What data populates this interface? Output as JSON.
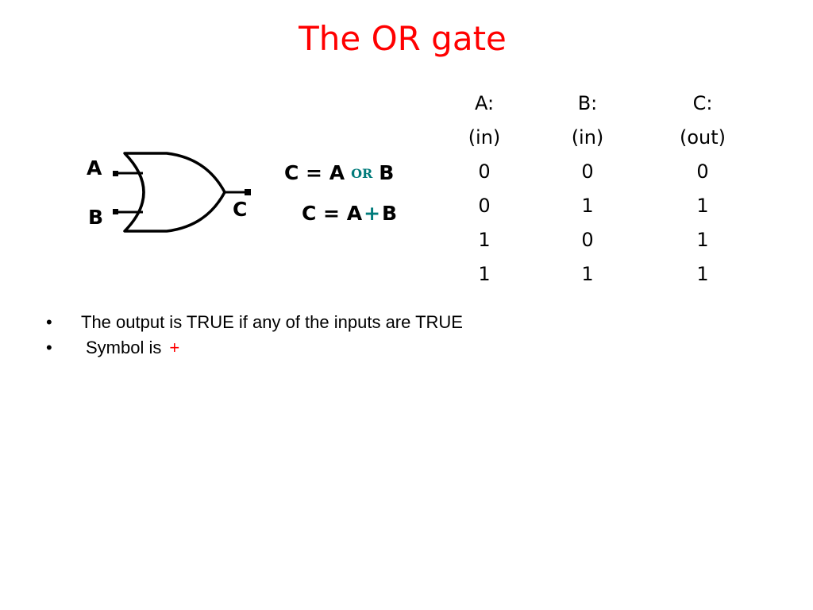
{
  "title": "The OR gate",
  "diagram": {
    "input_a_label": "A",
    "input_b_label": "B",
    "output_label": "C"
  },
  "equations": {
    "eq1": {
      "lhs": "C = A",
      "op": "OR",
      "rhs": "B"
    },
    "eq2": {
      "lhs": "C = A",
      "op": "+",
      "rhs": "B"
    }
  },
  "truth_table": {
    "headers": [
      "A:",
      "B:",
      "C:"
    ],
    "subheaders": [
      "(in)",
      "(in)",
      "(out)"
    ],
    "rows": [
      [
        "0",
        "0",
        "0"
      ],
      [
        "0",
        "1",
        "1"
      ],
      [
        "1",
        "0",
        "1"
      ],
      [
        "1",
        "1",
        "1"
      ]
    ]
  },
  "bullets": {
    "marker": "•",
    "item1": "The output is TRUE if any of the inputs are TRUE",
    "item2_text": "Symbol is",
    "item2_symbol": "+"
  },
  "colors": {
    "title": "#ff0000",
    "operator": "#007b7b",
    "symbol": "#ff0000"
  }
}
